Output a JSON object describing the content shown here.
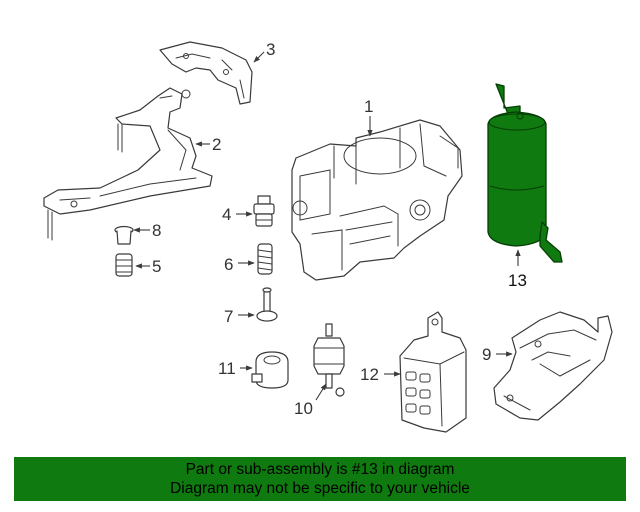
{
  "diagram": {
    "highlight_color": "#0f7a0f",
    "callouts": {
      "c1": "1",
      "c2": "2",
      "c3": "3",
      "c4": "4",
      "c5": "5",
      "c6": "6",
      "c7": "7",
      "c8": "8",
      "c9": "9",
      "c10": "10",
      "c11": "11",
      "c12": "12",
      "c13": "13"
    }
  },
  "banner": {
    "line1": "Part or sub-assembly is #13 in diagram",
    "line2": "Diagram may not be specific to your vehicle",
    "color": "#0f7a0f"
  }
}
